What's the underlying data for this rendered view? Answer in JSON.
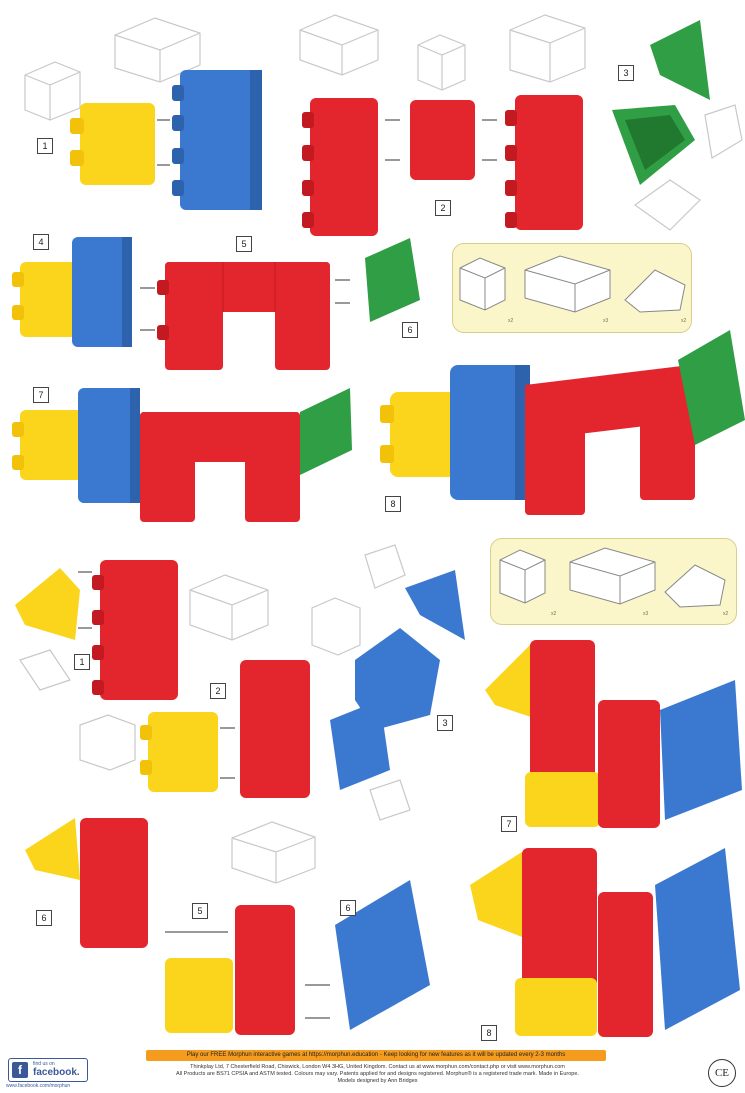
{
  "steps": {
    "top": [
      "1",
      "2",
      "3",
      "4",
      "5",
      "6",
      "7",
      "8"
    ],
    "bottom": [
      "1",
      "2",
      "3",
      "5",
      "6",
      "7",
      "8"
    ],
    "bottom_six": "6"
  },
  "legend": {
    "top_labels": [
      "x2",
      "x3",
      "x2"
    ],
    "bottom_labels": [
      "x2",
      "x3",
      "x2"
    ]
  },
  "footer": {
    "promo": "Play our FREE Morphun interactive games at https://morphun.education - Keep looking for new features as it will be updated every 2-3 months",
    "line1": "Thinkplay Ltd, 7 Chesterfield Road, Chiswick, London W4 3HG, United Kingdom. Contact us at www.morphun.com/contact.php or visit www.morphun.com",
    "line2": "All Products are BS71 CPSIA and ASTM tested. Colours may vary. Patents applied for and designs registered. Morphun® is a registered trade mark. Made in Europe.",
    "line3": "Models designed by Ann Bridges",
    "facebook_small": "find us on",
    "facebook_big": "facebook.",
    "facebook_url": "www.facebook.com/morphun",
    "facebook_letter": "f",
    "ce_mark": "CE"
  },
  "colors": {
    "red": "#e3262d",
    "blue": "#3b78cf",
    "yellow": "#fad51b",
    "green": "#2f9e44",
    "legend_bg": "#fbf6c9",
    "promo": "#f59b1e"
  }
}
